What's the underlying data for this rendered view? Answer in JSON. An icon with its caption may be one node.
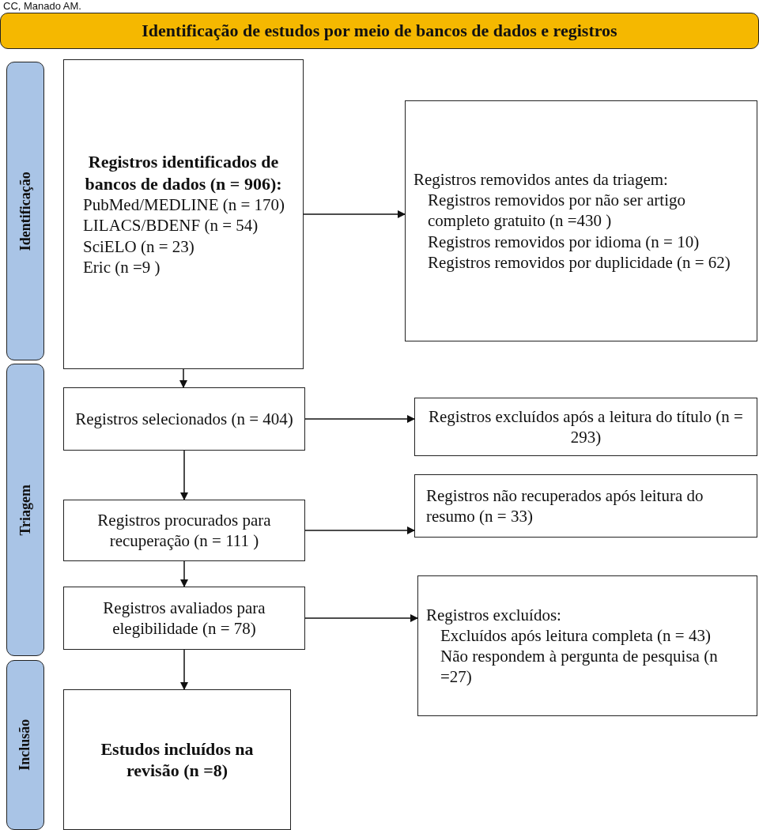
{
  "diagram": {
    "nodes": [
      {
        "text": [
          "Identificação de estudos por meio de bancos de dados e registros"
        ]
      },
      {
        "text": [
          "Identificação"
        ]
      },
      {
        "text": [
          "Triagem"
        ]
      },
      {
        "text": [
          "Inclusão"
        ]
      },
      {
        "text": [
          "Registros identificados de bancos de dados (n = 906):",
          "PubMed/MEDLINE (n = 170)",
          "LILACS/BDENF (n = 54)",
          "SciELO (n = 23)",
          "Eric (n =9 )"
        ]
      },
      {
        "text": [
          "Registros removidos antes da triagem:",
          "Registros removidos por não ser artigo completo gratuito (n =430 )",
          "Registros removidos por idioma (n = 10)",
          "Registros removidos por duplicidade (n = 62)"
        ]
      },
      {
        "text": [
          "Registros selecionados (n = 404)"
        ]
      },
      {
        "text": [
          "Registros excluídos após a leitura do título (n = 293)"
        ]
      },
      {
        "text": [
          "Registros procurados para recuperação (n = 111 )"
        ]
      },
      {
        "text": [
          "Registros não recuperados após leitura do resumo (n = 33)"
        ]
      },
      {
        "text": [
          "Registros avaliados para elegibilidade (n = 78)"
        ]
      },
      {
        "text": [
          "Registros excluídos:",
          "Excluídos após leitura completa (n = 43)",
          "Não respondem à pergunta de pesquisa (n =27)"
        ]
      },
      {
        "text": [
          "Estudos incluídos na revisão (n =8)"
        ]
      }
    ],
    "edges": [
      {
        "from": 4,
        "to": 5,
        "arrow": "to"
      },
      {
        "from": 4,
        "to": 6,
        "arrow": "to"
      },
      {
        "from": 6,
        "to": 7,
        "arrow": "to"
      },
      {
        "from": 6,
        "to": 8,
        "arrow": "to"
      },
      {
        "from": 8,
        "to": 9,
        "arrow": "to"
      },
      {
        "from": 8,
        "to": 10,
        "arrow": "to"
      },
      {
        "from": 10,
        "to": 11,
        "arrow": "to"
      },
      {
        "from": 10,
        "to": 12,
        "arrow": "to"
      }
    ],
    "labels": [
      "CC, Manado AM."
    ]
  }
}
